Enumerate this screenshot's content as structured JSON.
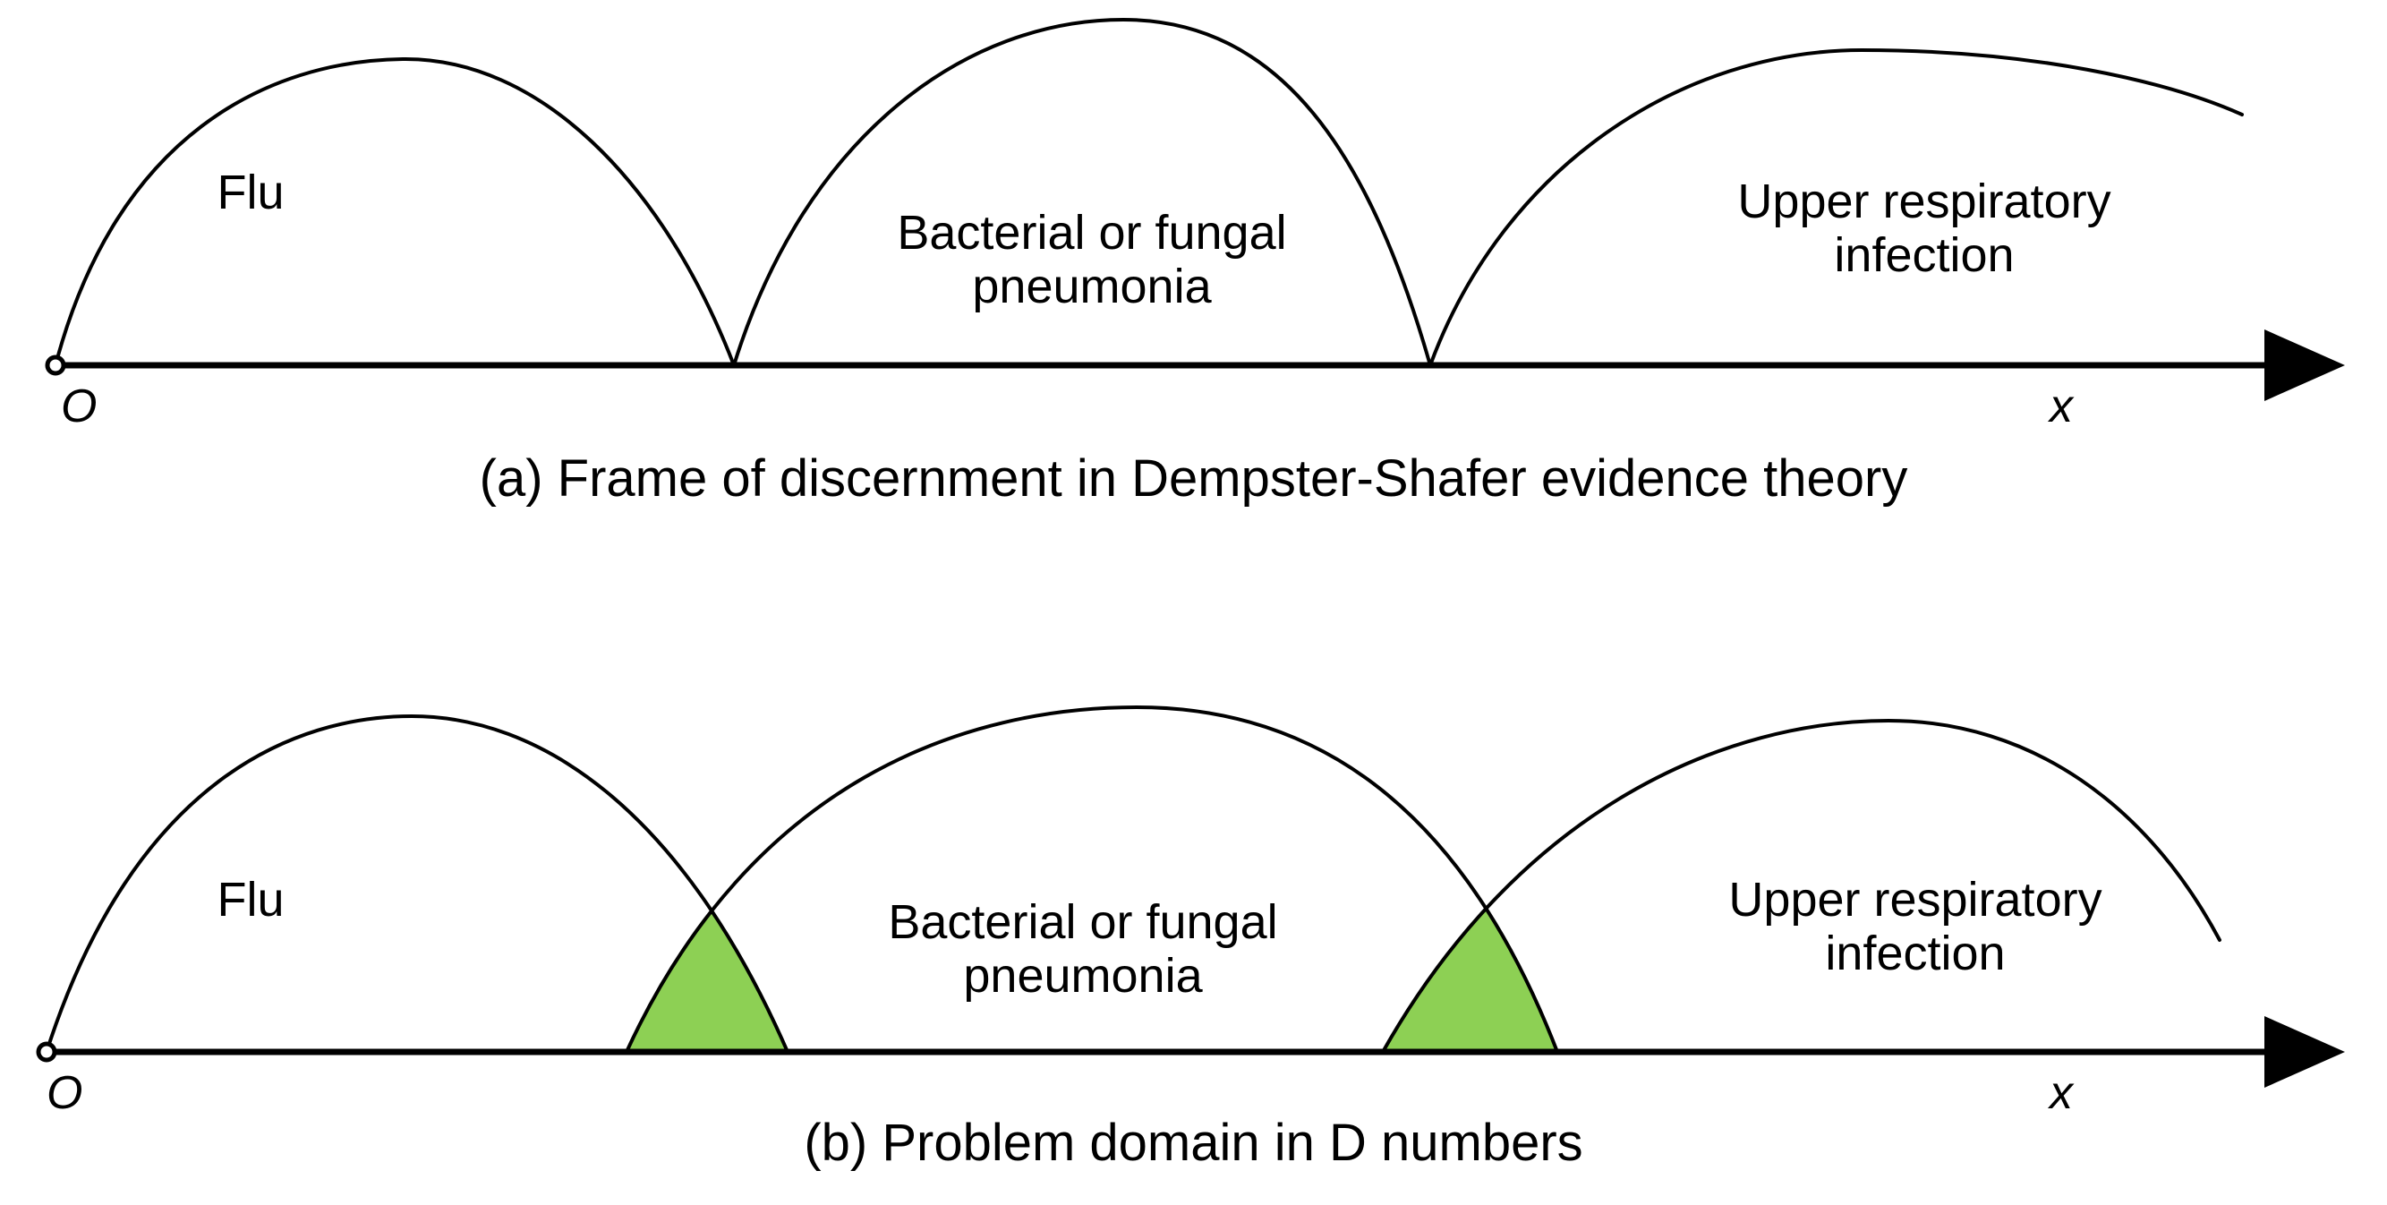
{
  "figure": {
    "background_color": "#ffffff",
    "stroke_color": "#000000",
    "overlap_fill_color": "#8DD054"
  },
  "panels": [
    {
      "id": "a",
      "caption": "(a) Frame of discernment in Dempster-Shafer evidence theory",
      "axis": {
        "origin_label": "O",
        "axis_label": "x",
        "has_arrow_head": true,
        "has_origin_dot": true
      },
      "regions": [
        {
          "key": "flu",
          "label": "Flu"
        },
        {
          "key": "pneumonia",
          "label": "Bacterial or fungal\npneumonia"
        },
        {
          "key": "uri",
          "label": "Upper respiratory\ninfection"
        }
      ],
      "overlaps": []
    },
    {
      "id": "b",
      "caption": "(b) Problem domain in D numbers",
      "axis": {
        "origin_label": "O",
        "axis_label": "x",
        "has_arrow_head": true,
        "has_origin_dot": true
      },
      "regions": [
        {
          "key": "flu",
          "label": "Flu"
        },
        {
          "key": "pneumonia",
          "label": "Bacterial or fungal\npneumonia"
        },
        {
          "key": "uri",
          "label": "Upper respiratory\ninfection"
        }
      ],
      "overlaps": [
        {
          "key": "flu-pneumonia",
          "filled": true
        },
        {
          "key": "pneumonia-uri",
          "filled": true
        }
      ]
    }
  ],
  "chart_data": {
    "type": "area",
    "title": "",
    "xlabel": "x",
    "ylabel": "",
    "grid": false,
    "legend_position": "none",
    "description": "Two schematic number-line panels showing three overlapping/abutting membership arches for three diagnoses.",
    "series": [
      {
        "panel": "a",
        "name": "Flu",
        "peak_x": 410,
        "left_x": 62,
        "right_x": 820,
        "peak_height": 330
      },
      {
        "panel": "a",
        "name": "Bacterial or fungal pneumonia",
        "peak_x": 1252,
        "left_x": 820,
        "right_x": 1598,
        "peak_height": 385
      },
      {
        "panel": "a",
        "name": "Upper respiratory infection",
        "peak_x": 2160,
        "left_x": 1598,
        "right_x": 2500,
        "peak_height": 330
      },
      {
        "panel": "b",
        "name": "Flu",
        "peak_x": 410,
        "left_x": 52,
        "right_x": 880,
        "peak_height": 330
      },
      {
        "panel": "b",
        "name": "Bacterial or fungal pneumonia",
        "peak_x": 1270,
        "left_x": 700,
        "right_x": 1740,
        "peak_height": 385
      },
      {
        "panel": "b",
        "name": "Upper respiratory infection",
        "peak_x": 2150,
        "left_x": 1545,
        "right_x": 2480,
        "peak_height": 330
      }
    ],
    "overlap_regions": [
      {
        "panel": "b",
        "between": [
          "Flu",
          "Bacterial or fungal pneumonia"
        ],
        "x_range": [
          700,
          880
        ]
      },
      {
        "panel": "b",
        "between": [
          "Bacterial or fungal pneumonia",
          "Upper respiratory infection"
        ],
        "x_range": [
          1545,
          1740
        ]
      }
    ]
  }
}
